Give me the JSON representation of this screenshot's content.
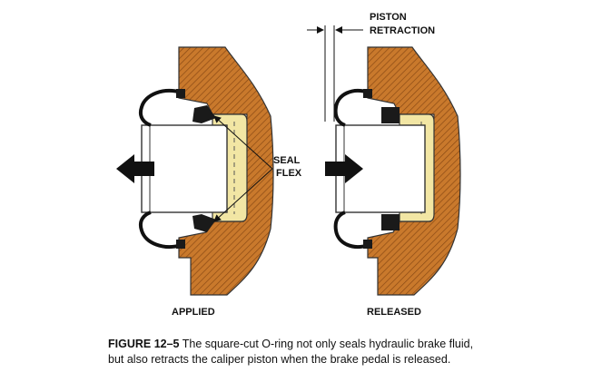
{
  "labels": {
    "applied": "APPLIED",
    "released": "RELEASED",
    "seal_flex": [
      "SEAL",
      "FLEX"
    ],
    "piston_retraction": [
      "PISTON",
      "RETRACTION"
    ]
  },
  "caption": {
    "label": "FIGURE 12–5",
    "text": " The square-cut O-ring not only seals hydraulic brake fluid, but also retracts the caliper piston when the brake pedal is released."
  },
  "colors": {
    "caliper": "#c9792c",
    "hatch": "#8a4a14",
    "piston_fluid": "#f2e6a4",
    "seal": "#1a1a1a",
    "boot": "#111111",
    "arrow": "#111111"
  },
  "icons": {
    "applied_arrow": "arrow-left-icon",
    "released_arrow": "arrow-right-icon"
  }
}
